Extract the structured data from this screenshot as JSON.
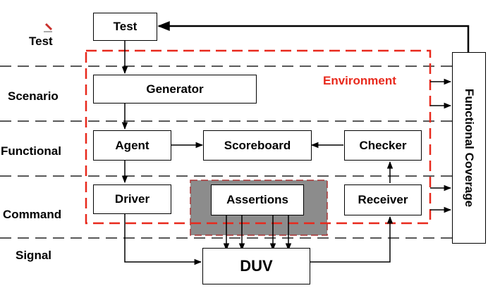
{
  "layers": {
    "test": "Test",
    "scenario": "Scenario",
    "functional": "Functional",
    "command": "Command",
    "signal": "Signal"
  },
  "blocks": {
    "test": "Test",
    "generator": "Generator",
    "agent": "Agent",
    "scoreboard": "Scoreboard",
    "checker": "Checker",
    "driver": "Driver",
    "assertions": "Assertions",
    "receiver": "Receiver",
    "duv": "DUV",
    "functional_coverage": "Functional Coverage"
  },
  "environment_label": "Environment",
  "colors": {
    "environment": "#e8291c",
    "assertions_region": "#8c8c8c",
    "line": "#000000"
  }
}
